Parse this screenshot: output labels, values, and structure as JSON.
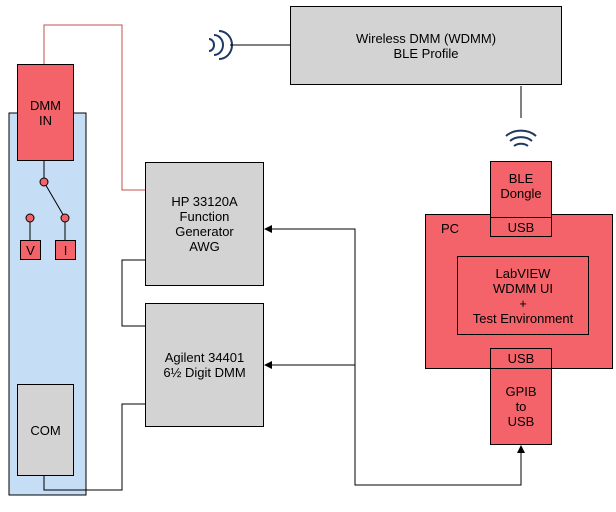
{
  "wireless_dmm": {
    "line1": "Wireless DMM (WDMM)",
    "line2": "BLE Profile"
  },
  "dmm_module": {
    "dmm_in": "DMM\nIN",
    "v_label": "V",
    "i_label": "I",
    "com_label": "COM"
  },
  "function_generator": {
    "label": "HP 33120A\nFunction\nGenerator\nAWG"
  },
  "agilent_dmm": {
    "label": "Agilent 34401\n6½ Digit DMM"
  },
  "ble_dongle": {
    "label": "BLE\nDongle",
    "port": "USB"
  },
  "pc": {
    "label": "PC",
    "software": "LabVIEW\nWDMM UI\n+\nTest Environment",
    "bottom_port": "USB"
  },
  "gpib_adapter": {
    "label": "GPIB\nto\nUSB"
  },
  "colors": {
    "gray_box": "#d3d3d3",
    "red_box": "#f4636a",
    "blue_module": "#c5def5",
    "wire_red": "#c0504d",
    "wire_black": "#000000",
    "icon_blue": "#1f3864"
  }
}
